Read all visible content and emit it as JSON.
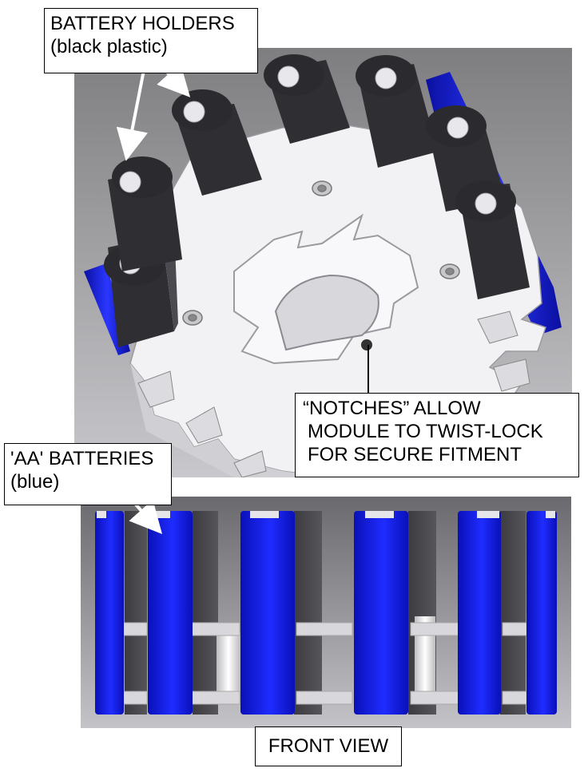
{
  "labels": {
    "battery_holders": [
      "BATTERY HOLDERS",
      "(black plastic)"
    ],
    "notches": [
      "“NOTCHES” ALLOW",
      "MODULE TO TWIST-LOCK",
      "FOR SECURE FITMENT"
    ],
    "aa_batteries": [
      "'AA' BATTERIES",
      "(blue)"
    ],
    "front_view": "FRONT VIEW"
  },
  "colors": {
    "battery_blue": "#1a22e0",
    "holder_black": "#3a3a3e",
    "plate_white": "#f4f4f6",
    "background_grey": "#8a8a8a"
  }
}
